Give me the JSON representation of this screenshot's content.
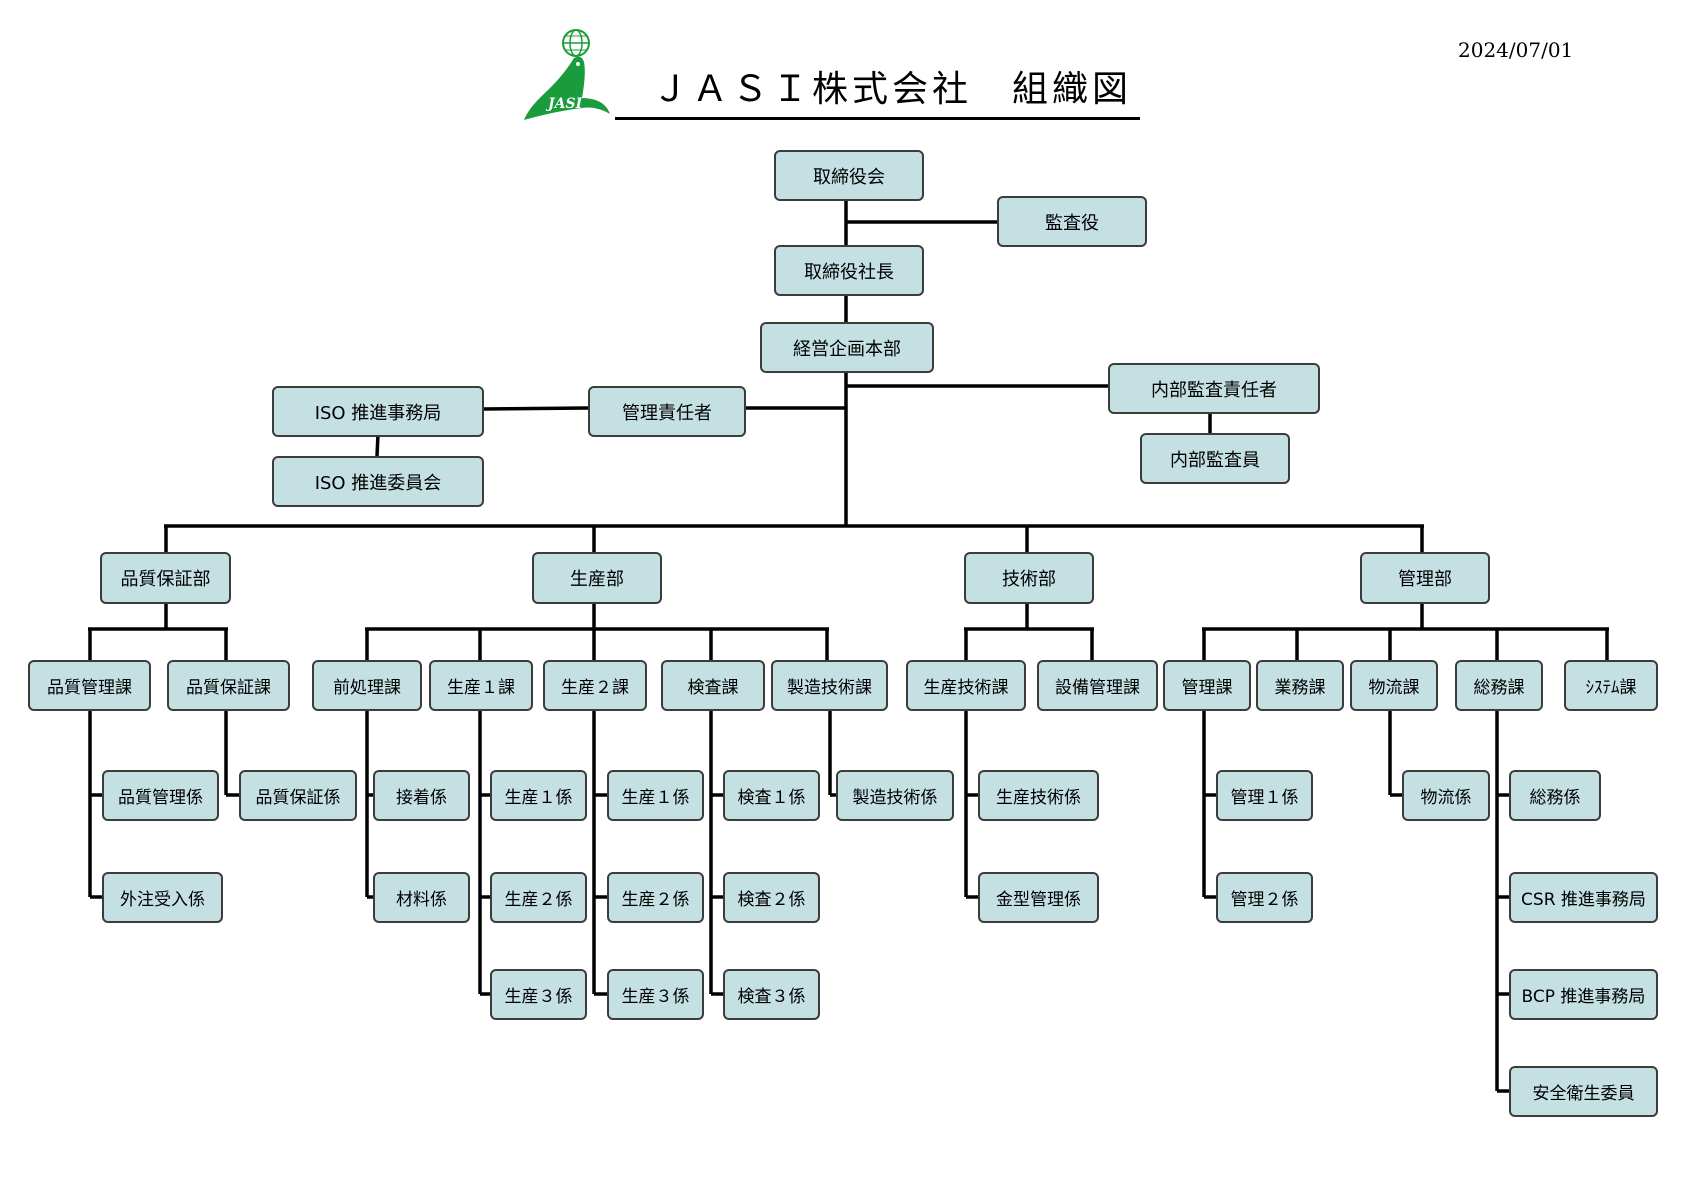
{
  "header": {
    "title": "ＪＡＳＩ株式会社　組織図",
    "date": "2024/07/01",
    "logo_text": "JASI",
    "logo_color": "#1a9b3c"
  },
  "colors": {
    "box_fill": "#c5e0e3",
    "box_border": "#3c3c3c",
    "line": "#000000"
  },
  "nodes": {
    "board": "取締役会",
    "auditor": "監査役",
    "president": "取締役社長",
    "planning_hq": "経営企画本部",
    "mgmt_rep": "管理責任者",
    "iso_office": "ISO 推進事務局",
    "iso_committee": "ISO 推進委員会",
    "internal_audit_lead": "内部監査責任者",
    "internal_auditor": "内部監査員",
    "qa_dept": "品質保証部",
    "prod_dept": "生産部",
    "tech_dept": "技術部",
    "admin_dept": "管理部",
    "qc_section": "品質管理課",
    "qa_section": "品質保証課",
    "qc_unit": "品質管理係",
    "outsourcing_unit": "外注受入係",
    "qa_unit": "品質保証係",
    "pretreat_section": "前処理課",
    "prod1_section": "生産１課",
    "prod2_section": "生産２課",
    "inspect_section": "検査課",
    "mfg_tech_section": "製造技術課",
    "bonding_unit": "接着係",
    "material_unit": "材料係",
    "p1_u1": "生産１係",
    "p1_u2": "生産２係",
    "p1_u3": "生産３係",
    "p2_u1": "生産１係",
    "p2_u2": "生産２係",
    "p2_u3": "生産３係",
    "insp_u1": "検査１係",
    "insp_u2": "検査２係",
    "insp_u3": "検査３係",
    "mfg_tech_unit": "製造技術係",
    "prod_tech_section": "生産技術課",
    "equip_section": "設備管理課",
    "prod_tech_unit": "生産技術係",
    "mold_unit": "金型管理係",
    "admin_section": "管理課",
    "business_section": "業務課",
    "logistics_section": "物流課",
    "general_section": "総務課",
    "system_section": "ｼｽﾃﾑ課",
    "admin_u1": "管理１係",
    "admin_u2": "管理２係",
    "logistics_unit": "物流係",
    "general_unit": "総務係",
    "csr_office": "CSR 推進事務局",
    "bcp_office": "BCP 推進事務局",
    "safety_committee": "安全衛生委員"
  }
}
